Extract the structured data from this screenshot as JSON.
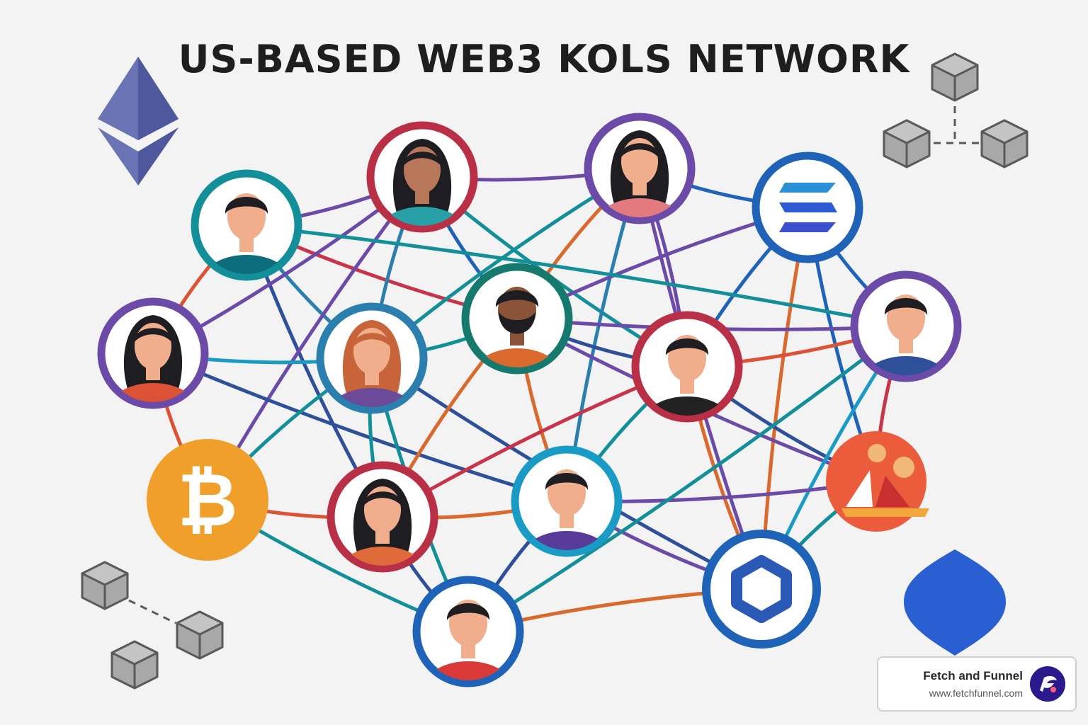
{
  "title": "US-BASED WEB3 KOLS NETWORK",
  "brand": {
    "name": "Fetch and Funnel",
    "url": "www.fetchfunnel.com"
  },
  "colors": {
    "background": "#f3f3f3",
    "title": "#1e1e1e",
    "bitcoin": "#f0a02a",
    "solana": "#1f63b8",
    "chainlink": "#2a5ab5",
    "decentraland": "#ea5c3c",
    "ethereum": "#6a73b3",
    "brand_logo": "#2b1a8c"
  },
  "nodes": [
    {
      "id": "n1",
      "kind": "person",
      "ring": "#138f9a",
      "hair": "short",
      "skin": "#f0ae8d",
      "shirt": "#0d6d7d"
    },
    {
      "id": "n2",
      "kind": "person",
      "ring": "#b82f46",
      "hair": "long",
      "skin": "#b9775a",
      "shirt": "#27a0a8"
    },
    {
      "id": "n3",
      "kind": "person",
      "ring": "#6b4aa8",
      "hair": "long",
      "skin": "#f0ae8d",
      "shirt": "#e27a80"
    },
    {
      "id": "n4",
      "kind": "coin",
      "ring": "#1f63b8",
      "icon": "solana-icon"
    },
    {
      "id": "n5",
      "kind": "person",
      "ring": "#6b4aa8",
      "hair": "long",
      "skin": "#f0ae8d",
      "shirt": "#dc5234"
    },
    {
      "id": "n6",
      "kind": "person",
      "ring": "#2a7fae",
      "hair": "long",
      "hair_color": "#c8643a",
      "skin": "#f0ae8d",
      "shirt": "#6a4a99"
    },
    {
      "id": "n7",
      "kind": "person",
      "ring": "#157a6d",
      "hair": "short",
      "beard": true,
      "skin": "#8b5438",
      "shirt": "#d9692c"
    },
    {
      "id": "n8",
      "kind": "person",
      "ring": "#b82f46",
      "hair": "short",
      "skin": "#f0ae8d",
      "shirt": "#222222"
    },
    {
      "id": "n9",
      "kind": "person",
      "ring": "#6b4aa8",
      "hair": "short",
      "skin": "#f0ae8d",
      "shirt": "#2e4f9a"
    },
    {
      "id": "n10",
      "kind": "coin",
      "ring": "#f0a02a",
      "icon": "bitcoin-icon"
    },
    {
      "id": "n11",
      "kind": "person",
      "ring": "#b82f46",
      "hair": "long",
      "skin": "#f0ae8d",
      "shirt": "#df6b3a"
    },
    {
      "id": "n12",
      "kind": "person",
      "ring": "#1a9bc6",
      "hair": "short",
      "skin": "#f0ae8d",
      "shirt": "#5a3a99"
    },
    {
      "id": "n13",
      "kind": "coin",
      "ring": "#ea5c3c",
      "icon": "decentraland-icon"
    },
    {
      "id": "n14",
      "kind": "coin",
      "ring": "#1f63b8",
      "icon": "chainlink-icon"
    },
    {
      "id": "n15",
      "kind": "person",
      "ring": "#1f63b8",
      "hair": "short",
      "skin": "#f0ae8d",
      "shirt": "#d83a38"
    }
  ],
  "edges": [
    [
      "n1",
      "n2",
      "#6b4aa8"
    ],
    [
      "n2",
      "n3",
      "#6b4aa8"
    ],
    [
      "n3",
      "n4",
      "#1f63b8"
    ],
    [
      "n4",
      "n9",
      "#1f63b8"
    ],
    [
      "n1",
      "n5",
      "#dc5234"
    ],
    [
      "n1",
      "n7",
      "#c8354a"
    ],
    [
      "n1",
      "n11",
      "#2e4f9a"
    ],
    [
      "n1",
      "n6",
      "#2a7fae"
    ],
    [
      "n2",
      "n6",
      "#2a7fae"
    ],
    [
      "n2",
      "n7",
      "#1f63b8"
    ],
    [
      "n2",
      "n8",
      "#138f9a"
    ],
    [
      "n2",
      "n10",
      "#6b4aa8"
    ],
    [
      "n3",
      "n7",
      "#d9692c"
    ],
    [
      "n3",
      "n12",
      "#2a7fae"
    ],
    [
      "n3",
      "n14",
      "#6b4aa8"
    ],
    [
      "n3",
      "n6",
      "#138f9a"
    ],
    [
      "n4",
      "n8",
      "#1f63b8"
    ],
    [
      "n4",
      "n7",
      "#6b4aa8"
    ],
    [
      "n4",
      "n14",
      "#d9692c"
    ],
    [
      "n4",
      "n13",
      "#1f63b8"
    ],
    [
      "n5",
      "n6",
      "#1a9bc6"
    ],
    [
      "n5",
      "n10",
      "#dc5234"
    ],
    [
      "n5",
      "n12",
      "#2e4f9a"
    ],
    [
      "n5",
      "n2",
      "#6b4aa8"
    ],
    [
      "n6",
      "n7",
      "#138f9a"
    ],
    [
      "n6",
      "n11",
      "#138f9a"
    ],
    [
      "n6",
      "n15",
      "#138f9a"
    ],
    [
      "n6",
      "n14",
      "#2e4f9a"
    ],
    [
      "n6",
      "n10",
      "#138f9a"
    ],
    [
      "n7",
      "n8",
      "#2e4f9a"
    ],
    [
      "n7",
      "n11",
      "#d9692c"
    ],
    [
      "n7",
      "n12",
      "#d9692c"
    ],
    [
      "n7",
      "n9",
      "#6b4aa8"
    ],
    [
      "n7",
      "n13",
      "#6b4aa8"
    ],
    [
      "n8",
      "n9",
      "#dc5234"
    ],
    [
      "n8",
      "n11",
      "#c8354a"
    ],
    [
      "n8",
      "n13",
      "#2e4f9a"
    ],
    [
      "n8",
      "n12",
      "#138f9a"
    ],
    [
      "n8",
      "n14",
      "#d9692c"
    ],
    [
      "n8",
      "n3",
      "#6b4aa8"
    ],
    [
      "n9",
      "n14",
      "#1a9bc6"
    ],
    [
      "n9",
      "n13",
      "#c8354a"
    ],
    [
      "n9",
      "n1",
      "#138f9a"
    ],
    [
      "n10",
      "n11",
      "#dc5234"
    ],
    [
      "n10",
      "n15",
      "#138f9a"
    ],
    [
      "n11",
      "n12",
      "#d9692c"
    ],
    [
      "n11",
      "n15",
      "#2e4f9a"
    ],
    [
      "n12",
      "n13",
      "#6b4aa8"
    ],
    [
      "n12",
      "n14",
      "#6b4aa8"
    ],
    [
      "n12",
      "n15",
      "#2e4f9a"
    ],
    [
      "n13",
      "n14",
      "#138f9a"
    ],
    [
      "n14",
      "n15",
      "#d9692c"
    ],
    [
      "n15",
      "n9",
      "#138f9a"
    ]
  ]
}
